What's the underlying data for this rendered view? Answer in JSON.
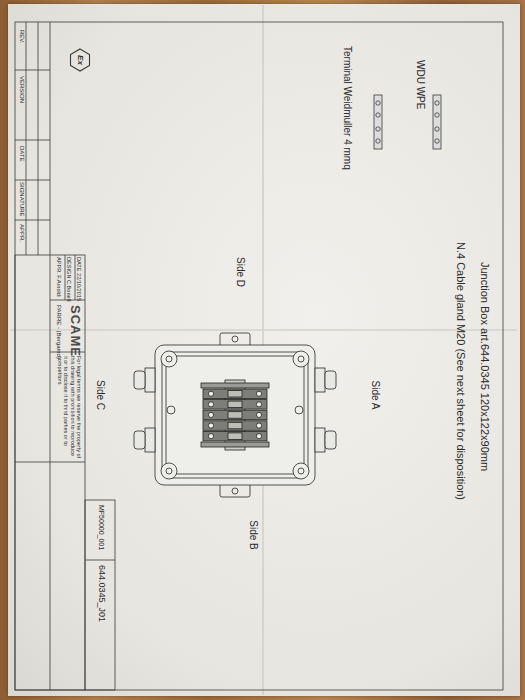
{
  "diagram": {
    "title": "Junction Box art.644.0345 120x122x90mm",
    "labels": [
      "N.4 Cable gland M20 (See next sheet for disposition)",
      "WDU WPE",
      "Terminal Weidmuller 4 mmq",
      "Ex",
      "Side A",
      "Side D",
      "Side C",
      "Side B",
      "REV.",
      "VERSION",
      "DATE",
      "SIGNATURE",
      "APPR.",
      "DATE 22/10/2015",
      "DESIGN C.Bonelli",
      "APPR. F.Arnoldi",
      "SCAME",
      "PARRE - (Bergamo)",
      "For legal terms we reserve the property of this drawing with prohibition to reproduce it or to disclose it to third parties or to competitors",
      "MF50000_001",
      "644.0345_J01"
    ]
  }
}
